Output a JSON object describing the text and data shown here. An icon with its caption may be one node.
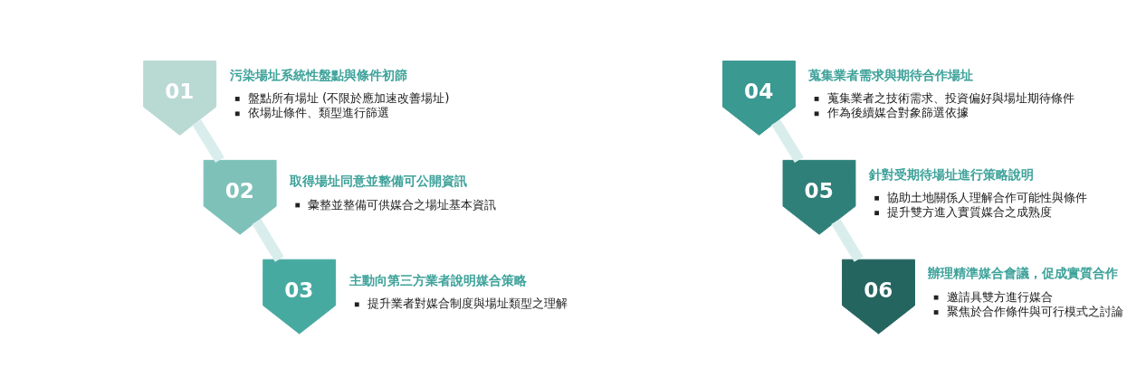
{
  "diagram": {
    "nodes": [
      {
        "text": [
          "01"
        ],
        "beside": [
          "污染場址系統性盤點與條件初篩",
          "盤點所有場址 (不限於應加速改善場址)",
          "依場址條件、類型進行篩選"
        ]
      },
      {
        "text": [
          "02"
        ],
        "beside": [
          "取得場址同意並整備可公開資訊",
          "彙整並整備可供媒合之場址基本資訊"
        ]
      },
      {
        "text": [
          "03"
        ],
        "beside": [
          "主動向第三方業者說明媒合策略",
          "提升業者對媒合制度與場址類型之理解"
        ]
      },
      {
        "text": [
          "04"
        ],
        "beside": [
          "蒐集業者需求與期待合作場址",
          "蒐集業者之技術需求、投資偏好與場址期待條件",
          "作為後續媒合對象篩選依據"
        ]
      },
      {
        "text": [
          "05"
        ],
        "beside": [
          "針對受期待場址進行策略說明",
          "協助土地關係人理解合作可能性與條件",
          "提升雙方進入實質媒合之成熟度"
        ]
      },
      {
        "text": [
          "06"
        ],
        "beside": [
          "辦理精準媒合會議，促成實質合作",
          "邀請具雙方進行媒合",
          "聚焦於合作條件與可行模式之討論"
        ]
      }
    ],
    "edges": [
      {
        "from": 0,
        "to": 1,
        "arrow": "none"
      },
      {
        "from": 1,
        "to": 2,
        "arrow": "none"
      },
      {
        "from": 3,
        "to": 4,
        "arrow": "none"
      },
      {
        "from": 4,
        "to": 5,
        "arrow": "none"
      }
    ]
  }
}
